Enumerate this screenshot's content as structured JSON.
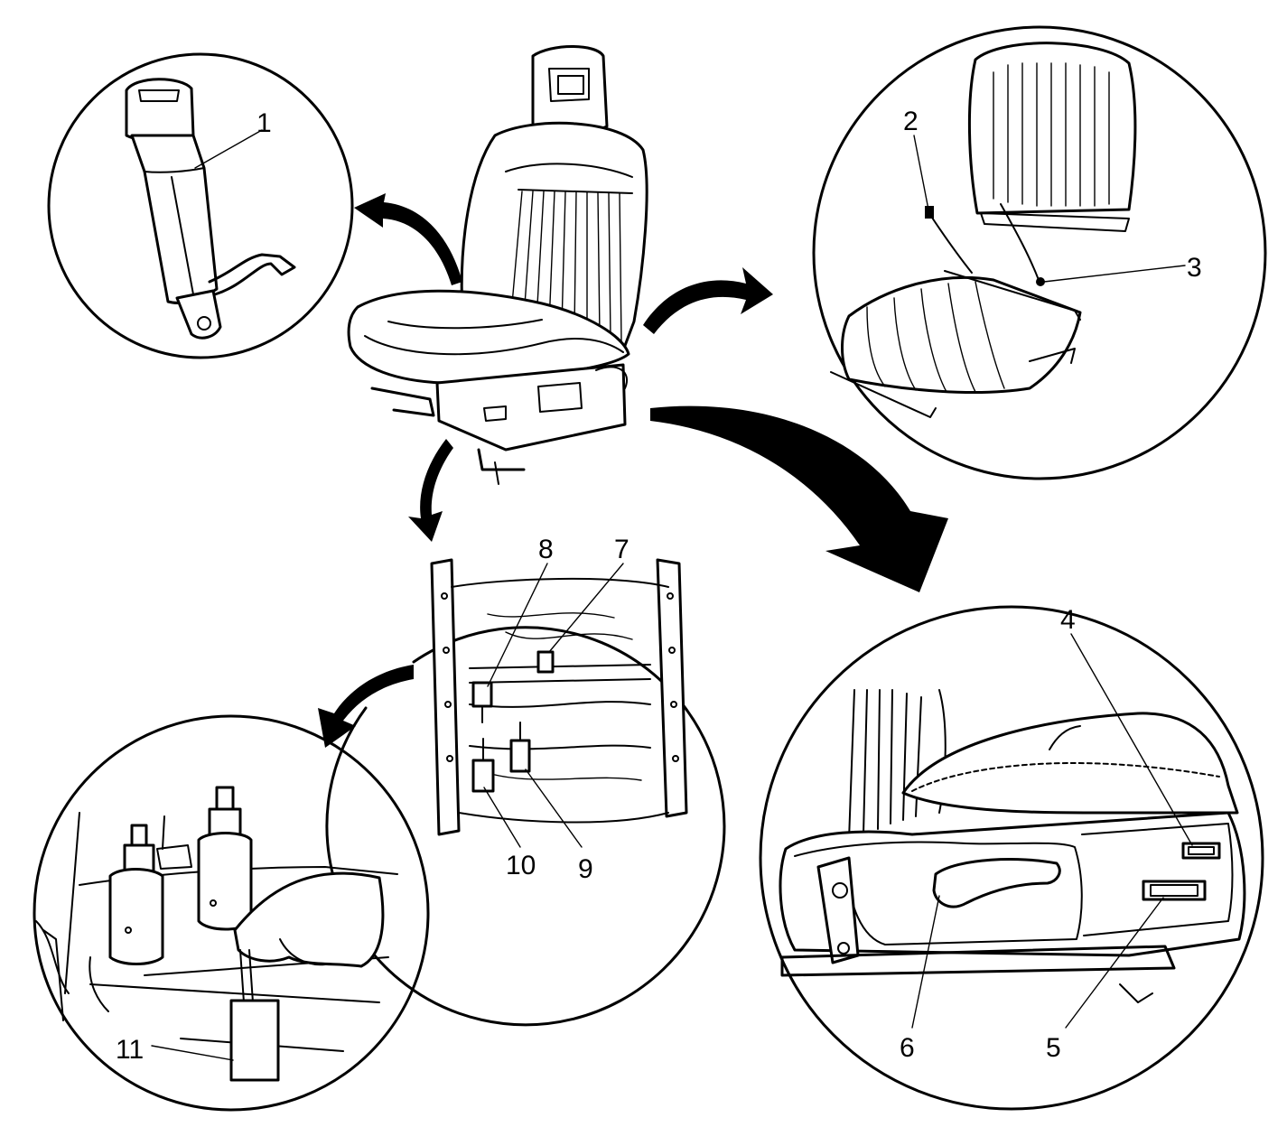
{
  "diagram": {
    "callouts": [
      {
        "id": "1",
        "text": "1"
      },
      {
        "id": "2",
        "text": "2"
      },
      {
        "id": "3",
        "text": "3"
      },
      {
        "id": "4",
        "text": "4"
      },
      {
        "id": "5",
        "text": "5"
      },
      {
        "id": "6",
        "text": "6"
      },
      {
        "id": "7",
        "text": "7"
      },
      {
        "id": "8",
        "text": "8"
      },
      {
        "id": "9",
        "text": "9"
      },
      {
        "id": "10",
        "text": "10"
      },
      {
        "id": "11",
        "text": "11"
      }
    ],
    "colors": {
      "line": "#000000",
      "background": "#ffffff"
    }
  }
}
